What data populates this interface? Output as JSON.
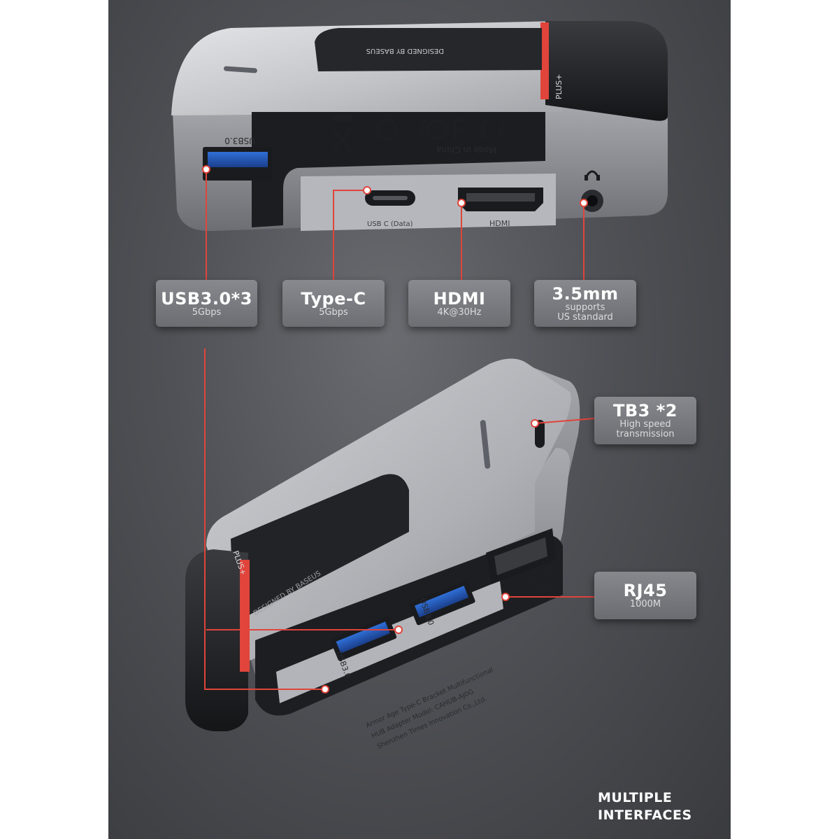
{
  "callouts": {
    "usb30": {
      "title": "USB3.0*3",
      "sub": "5Gbps"
    },
    "typec": {
      "title": "Type-C",
      "sub": "5Gbps"
    },
    "hdmi": {
      "title": "HDMI",
      "sub": "4K@30Hz"
    },
    "audio": {
      "title": "3.5mm",
      "sub1": "supports",
      "sub2": "US standard"
    },
    "tb3": {
      "title": "TB3 *2",
      "sub1": "High speed",
      "sub2": "transmission"
    },
    "rj45": {
      "title": "RJ45",
      "sub": "1000M"
    }
  },
  "device_labels": {
    "designed_by": "DESIGNED BY BASEUS",
    "plus": "PLUS+",
    "usb30_port": "USB3.0",
    "made_in": "Made in China",
    "usbc_data": "USB C (Data)",
    "hdmi_port": "HDMI",
    "product_line1": "Armor Age Type-C Bracket Multifunctional",
    "product_line2": "HUB Adapter    Model: CAHUB-AJ0G",
    "product_line3": "Shenzhen Times Innovation Co.,Ltd."
  },
  "footer": {
    "line1": "MULTIPLE",
    "line2": "INTERFACES"
  },
  "colors": {
    "background": "#55565b",
    "accent_red": "#e0443a",
    "device_metal": "#b9babf",
    "device_dark": "#1d1e21",
    "callout_bg": "#85868b"
  }
}
